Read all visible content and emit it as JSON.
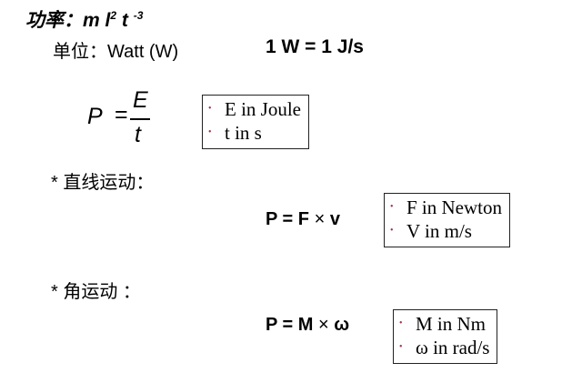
{
  "title": {
    "text": "功率：m l",
    "sup1": "2",
    "mid": " t ",
    "sup2": "-3"
  },
  "unit_line": "单位：Watt (W)",
  "identity": "1 W = 1 J/s",
  "power_formula": {
    "lhs": "P",
    "eq": "=",
    "numerator": "E",
    "denominator": "t"
  },
  "box1": {
    "bullet_icon": "dot-icon",
    "items": [
      "E in Joule",
      "t in s"
    ]
  },
  "section_linear": "* 直线运动：",
  "linear_formula": {
    "lhs": "P = F",
    "op": "×",
    "rhs": "v"
  },
  "box2": {
    "items": [
      "F in Newton",
      "V in m/s"
    ]
  },
  "section_angular": "* 角运动 ：",
  "angular_formula": {
    "lhs": "P = M",
    "op": "×",
    "rhs": "ω"
  },
  "box3": {
    "items": [
      "M in Nm",
      "ω in rad/s"
    ]
  },
  "colors": {
    "bullet": "#a3324b",
    "text": "#000000",
    "border": "#222222"
  }
}
